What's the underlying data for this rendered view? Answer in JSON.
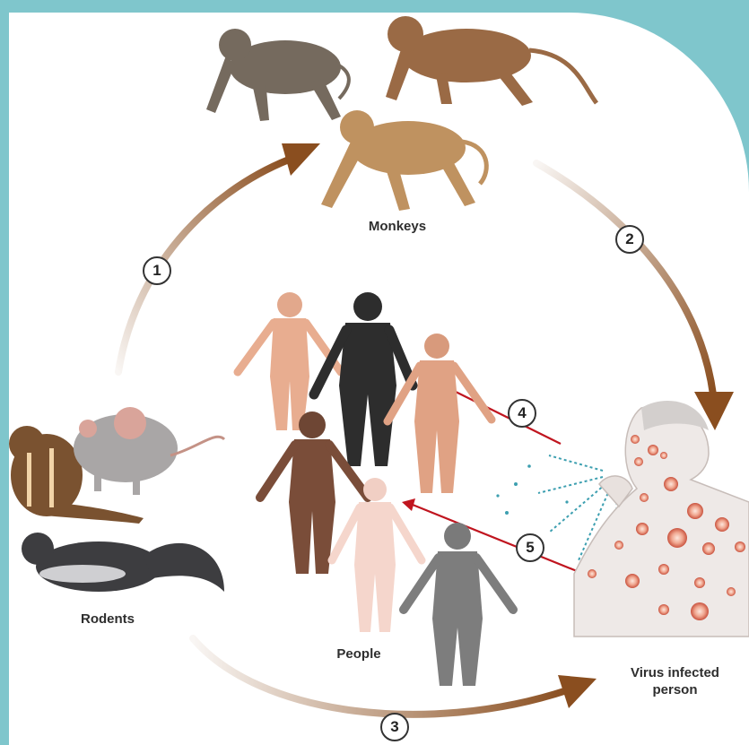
{
  "groups": {
    "monkeys": "Monkeys",
    "rodents": "Rodents",
    "people": "People",
    "infected": "Virus infected\nperson"
  },
  "steps": [
    "1",
    "2",
    "3",
    "4",
    "5"
  ],
  "colors": {
    "cycle_arrow": "#8a4e1f",
    "contact_arrow": "#c0151f",
    "droplet": "#3d9fb0",
    "background": "#7fc6cc",
    "lesion": "#d9725f"
  }
}
